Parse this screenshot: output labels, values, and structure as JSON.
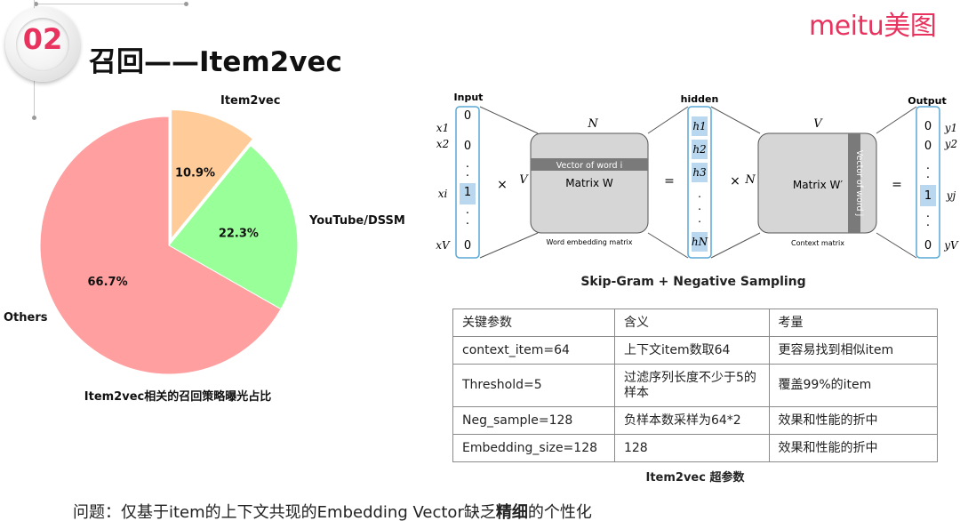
{
  "header": {
    "section_number": "02",
    "title": "召回——Item2vec",
    "brand": "meitu美图"
  },
  "chart_data": {
    "type": "pie",
    "title": "",
    "caption": "Item2vec相关的召回策略曝光占比",
    "slices": [
      {
        "label": "Item2vec",
        "value": 10.9,
        "value_label": "10.9%",
        "color": "#ffcc99",
        "exploded": true
      },
      {
        "label": "YouTube/DSSM",
        "value": 22.3,
        "value_label": "22.3%",
        "color": "#99ff99",
        "exploded": false
      },
      {
        "label": "Others",
        "value": 66.7,
        "value_label": "66.7%",
        "color": "#ff9f9f",
        "exploded": false
      }
    ]
  },
  "diagram": {
    "caption": "Skip-Gram + Negative Sampling",
    "input_label": "Input",
    "hidden_label": "hidden",
    "output_label": "Output",
    "input_vector": [
      "0",
      "0",
      ".",
      ".",
      "1",
      ".",
      ".",
      "0"
    ],
    "x_labels": [
      "x1",
      "x2",
      "xi",
      "xV"
    ],
    "hidden_vector": [
      "h1",
      "h2",
      "h3",
      ".",
      ".",
      ".",
      "hN"
    ],
    "output_vector": [
      "0",
      "0",
      ".",
      ".",
      "1",
      ".",
      ".",
      "0"
    ],
    "y_labels": [
      "y1",
      "y2",
      "yj",
      "yV"
    ],
    "matrix_w": {
      "label": "Matrix W",
      "row_label": "Vector of word i",
      "top_dim": "N",
      "side_dim": "V",
      "caption": "Word embedding matrix"
    },
    "matrix_w_prime": {
      "label": "Matrix W′",
      "col_label": "Vector of word j",
      "top_dim": "V",
      "side_dim": "N",
      "caption": "Context matrix"
    },
    "times_symbol": "×",
    "equals_symbol": "="
  },
  "table": {
    "headers": [
      "关键参数",
      "含义",
      "考量"
    ],
    "rows": [
      [
        "context_item=64",
        "上下文item数取64",
        "更容易找到相似item"
      ],
      [
        "Threshold=5",
        "过滤序列长度不少于5的样本",
        "覆盖99%的item"
      ],
      [
        "Neg_sample=128",
        "负样本数采样为64*2",
        "效果和性能的折中"
      ],
      [
        "Embedding_size=128",
        "128",
        "效果和性能的折中"
      ]
    ],
    "caption": "Item2vec 超参数"
  },
  "footer": {
    "note_prefix": "问题：仅基于item的上下文共现的Embedding Vector缺乏",
    "note_emphasis": "精细",
    "note_suffix": "的个性化"
  }
}
